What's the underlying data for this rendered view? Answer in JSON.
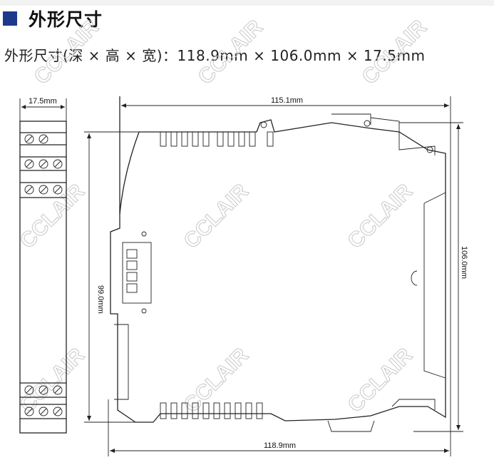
{
  "header": {
    "title": "外形尺寸",
    "accent_color": "#1c3a8c"
  },
  "subtitle": "外形尺寸(深 × 高 × 宽)：118.9mm × 106.0mm × 17.5mm",
  "drawing": {
    "side_view_width": "17.5mm",
    "top_width": "115.1mm",
    "overall_height": "106.0mm",
    "rail_height": "99.0mm",
    "overall_depth": "118.9mm"
  },
  "watermark": "CCLAIR"
}
